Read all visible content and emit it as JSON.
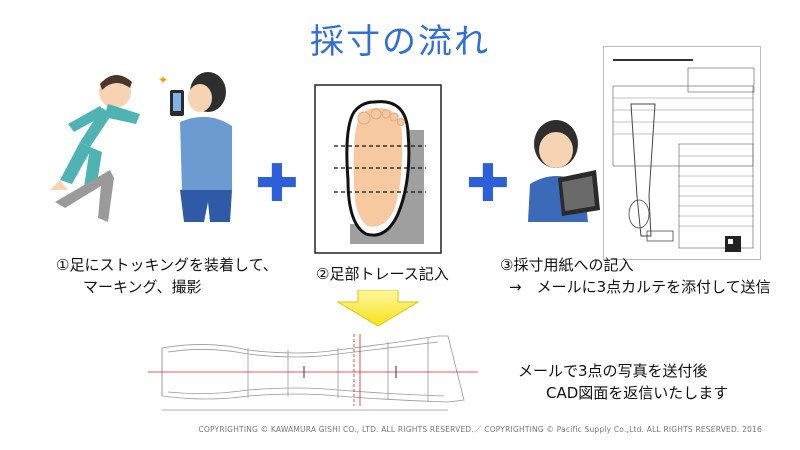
{
  "title": "採寸の流れ",
  "steps": [
    {
      "line1": "①足にストッキングを装着して、",
      "line2": "マーキング、撮影"
    },
    {
      "line1": "②足部トレース記入",
      "line2": ""
    },
    {
      "line1": "③採寸用紙への記入",
      "line2": "→　メールに3点カルテを添付して送信"
    }
  ],
  "plus_glyph": "✚",
  "cad_message": {
    "line1": "メールで3点の写真を送付後",
    "line2": "CAD図面を返信いたします"
  },
  "copyright": "COPYRIGHTING © KAWAMURA GISHI CO., LTD. ALL RIGHTS RESERVED.／ COPYRIGHTING © Pacific Supply Co.,Ltd. ALL RIGHTS RESERVED. 2016",
  "colors": {
    "title": "#2f6fd6",
    "plus": "#2c5fd8",
    "arrow": "#f7e21a",
    "cad_red": "#e02020"
  }
}
